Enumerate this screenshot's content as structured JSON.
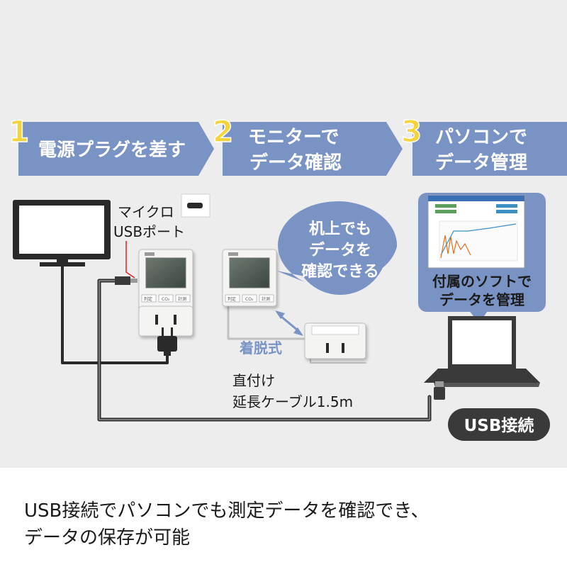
{
  "steps": [
    {
      "number": "1",
      "line1": "電源プラグを差す",
      "line2": ""
    },
    {
      "number": "2",
      "line1": "モニターで",
      "line2": "データ確認"
    },
    {
      "number": "3",
      "line1": "パソコンで",
      "line2": "データ管理"
    }
  ],
  "labels": {
    "micro_usb_line1": "マイクロ",
    "micro_usb_line2": "USBポート",
    "detachable": "着脱式",
    "cable_line1": "直付け",
    "cable_line2": "延長ケーブル1.5m"
  },
  "device_buttons": [
    "判定",
    "CO₂",
    "計測"
  ],
  "bubbles": {
    "desk_line1": "机上でも",
    "desk_line2": "データを",
    "desk_line3": "確認できる",
    "software_line1": "付属のソフトで",
    "software_line2": "データを管理"
  },
  "usb_badge": "USB接続",
  "caption": {
    "line1": "USB接続でパソコンでも測定データを確認でき、",
    "line2": "データの保存が可能"
  },
  "colors": {
    "step_banner": "#7a93c5",
    "step_number": "#f5d33a",
    "bubble_blue": "#7a93c5",
    "panel_bg": "#ededed",
    "badge_dark": "#3a3a3a"
  }
}
